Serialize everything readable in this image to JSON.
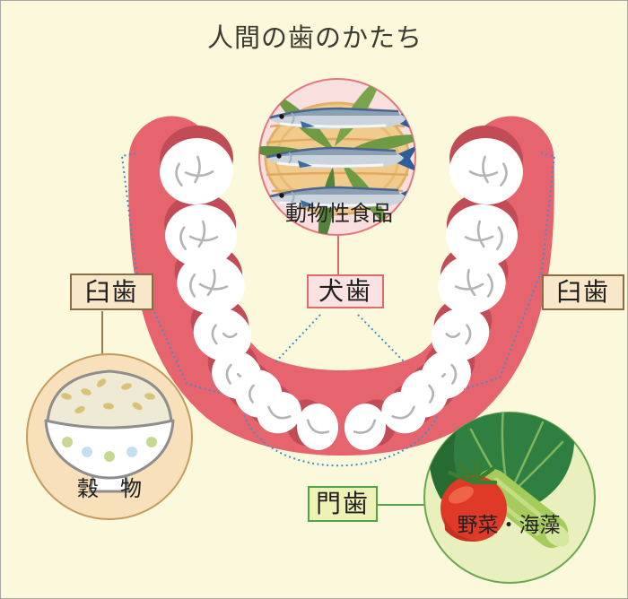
{
  "title": "人間の歯のかたち",
  "labels": {
    "molar_left": "臼歯",
    "molar_right": "臼歯",
    "canine": "犬歯",
    "incisor": "門歯"
  },
  "food_circles": {
    "animal": {
      "caption": "動物性食品"
    },
    "grain": {
      "caption": "穀　物"
    },
    "vegetable": {
      "caption": "野菜・海藻"
    }
  },
  "colors": {
    "background": "#FCF8DB",
    "gum": "#E6646D",
    "gum_shadow": "#C14C58",
    "tooth": "#FFFFFF",
    "fissure": "#B4B4B4",
    "dotted_line": "#3E8ED1",
    "animal_circle_bg": "#FADFDF",
    "animal_circle_border": "#E4767D",
    "grain_circle_bg": "#F7E0BA",
    "grain_circle_border": "#C79A5D",
    "vegetable_circle_bg": "#E9F0BD",
    "vegetable_circle_border": "#67A84E",
    "molar_tag_bg": "#F9E7C9",
    "molar_tag_border": "#8A6D45",
    "canine_tag_bg": "#FBE2E2",
    "canine_tag_border": "#DE6C6C",
    "incisor_tag_bg": "#EEF2B5",
    "incisor_tag_border": "#52A348"
  }
}
